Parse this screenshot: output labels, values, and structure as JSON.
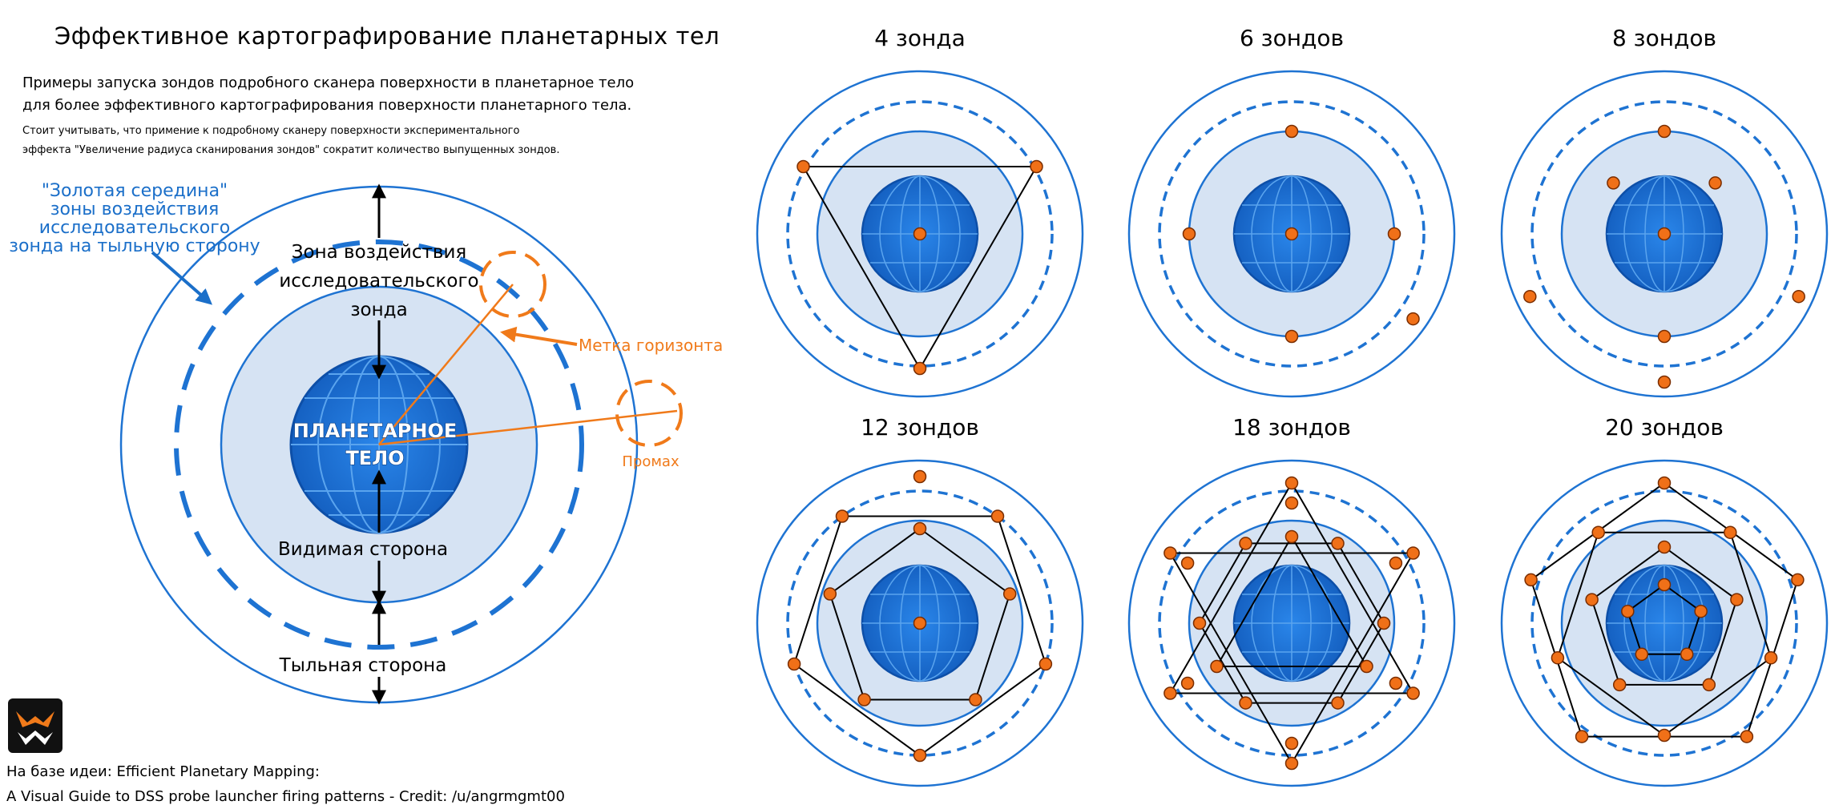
{
  "header": {
    "title": "Эффективное картографирование планетарных тел",
    "desc_line1": "Примеры запуска зондов подробного сканера поверхности в планетарное тело",
    "desc_line2": "для более эффективного картографирования поверхности планетарного тела.",
    "note_line1": "Стоит учитывать, что примение к подробному сканеру поверхности экспериментального",
    "note_line2": "эффекта \"Увеличение радиуса сканирования зондов\" сократит количество выпущенных зондов."
  },
  "main_diagram": {
    "golden_line1": "\"Золотая середина\"",
    "golden_line2": "зоны воздействия",
    "golden_line3": "исследовательского",
    "golden_line4": "зонда на тыльную сторону",
    "zone_line1": "Зона воздействия",
    "zone_line2": "исследовательского",
    "zone_line3": "зонда",
    "planet_line1": "ПЛАНЕТАРНОЕ",
    "planet_line2": "ТЕЛО",
    "visible_side": "Видимая сторона",
    "far_side": "Тыльная сторона",
    "horizon_mark": "Метка горизонта",
    "miss": "Промах"
  },
  "patterns": [
    {
      "label": "4 зонда"
    },
    {
      "label": "6 зондов"
    },
    {
      "label": "8 зондов"
    },
    {
      "label": "12 зондов"
    },
    {
      "label": "18 зондов"
    },
    {
      "label": "20 зондов"
    }
  ],
  "credit": {
    "line1": "На базе идеи: Efficient Planetary Mapping:",
    "line2": "A Visual Guide to DSS probe launcher firing patterns - Credit: /u/angrmgmt00"
  },
  "colors": {
    "planet": "#1a6ed8",
    "planet_dark": "#0d4fa8",
    "zone_fill": "#d6e3f3",
    "ring": "#1e73d2",
    "probe": "#f07018",
    "orange": "#f07a1a",
    "blue_text": "#1b6fc9"
  }
}
